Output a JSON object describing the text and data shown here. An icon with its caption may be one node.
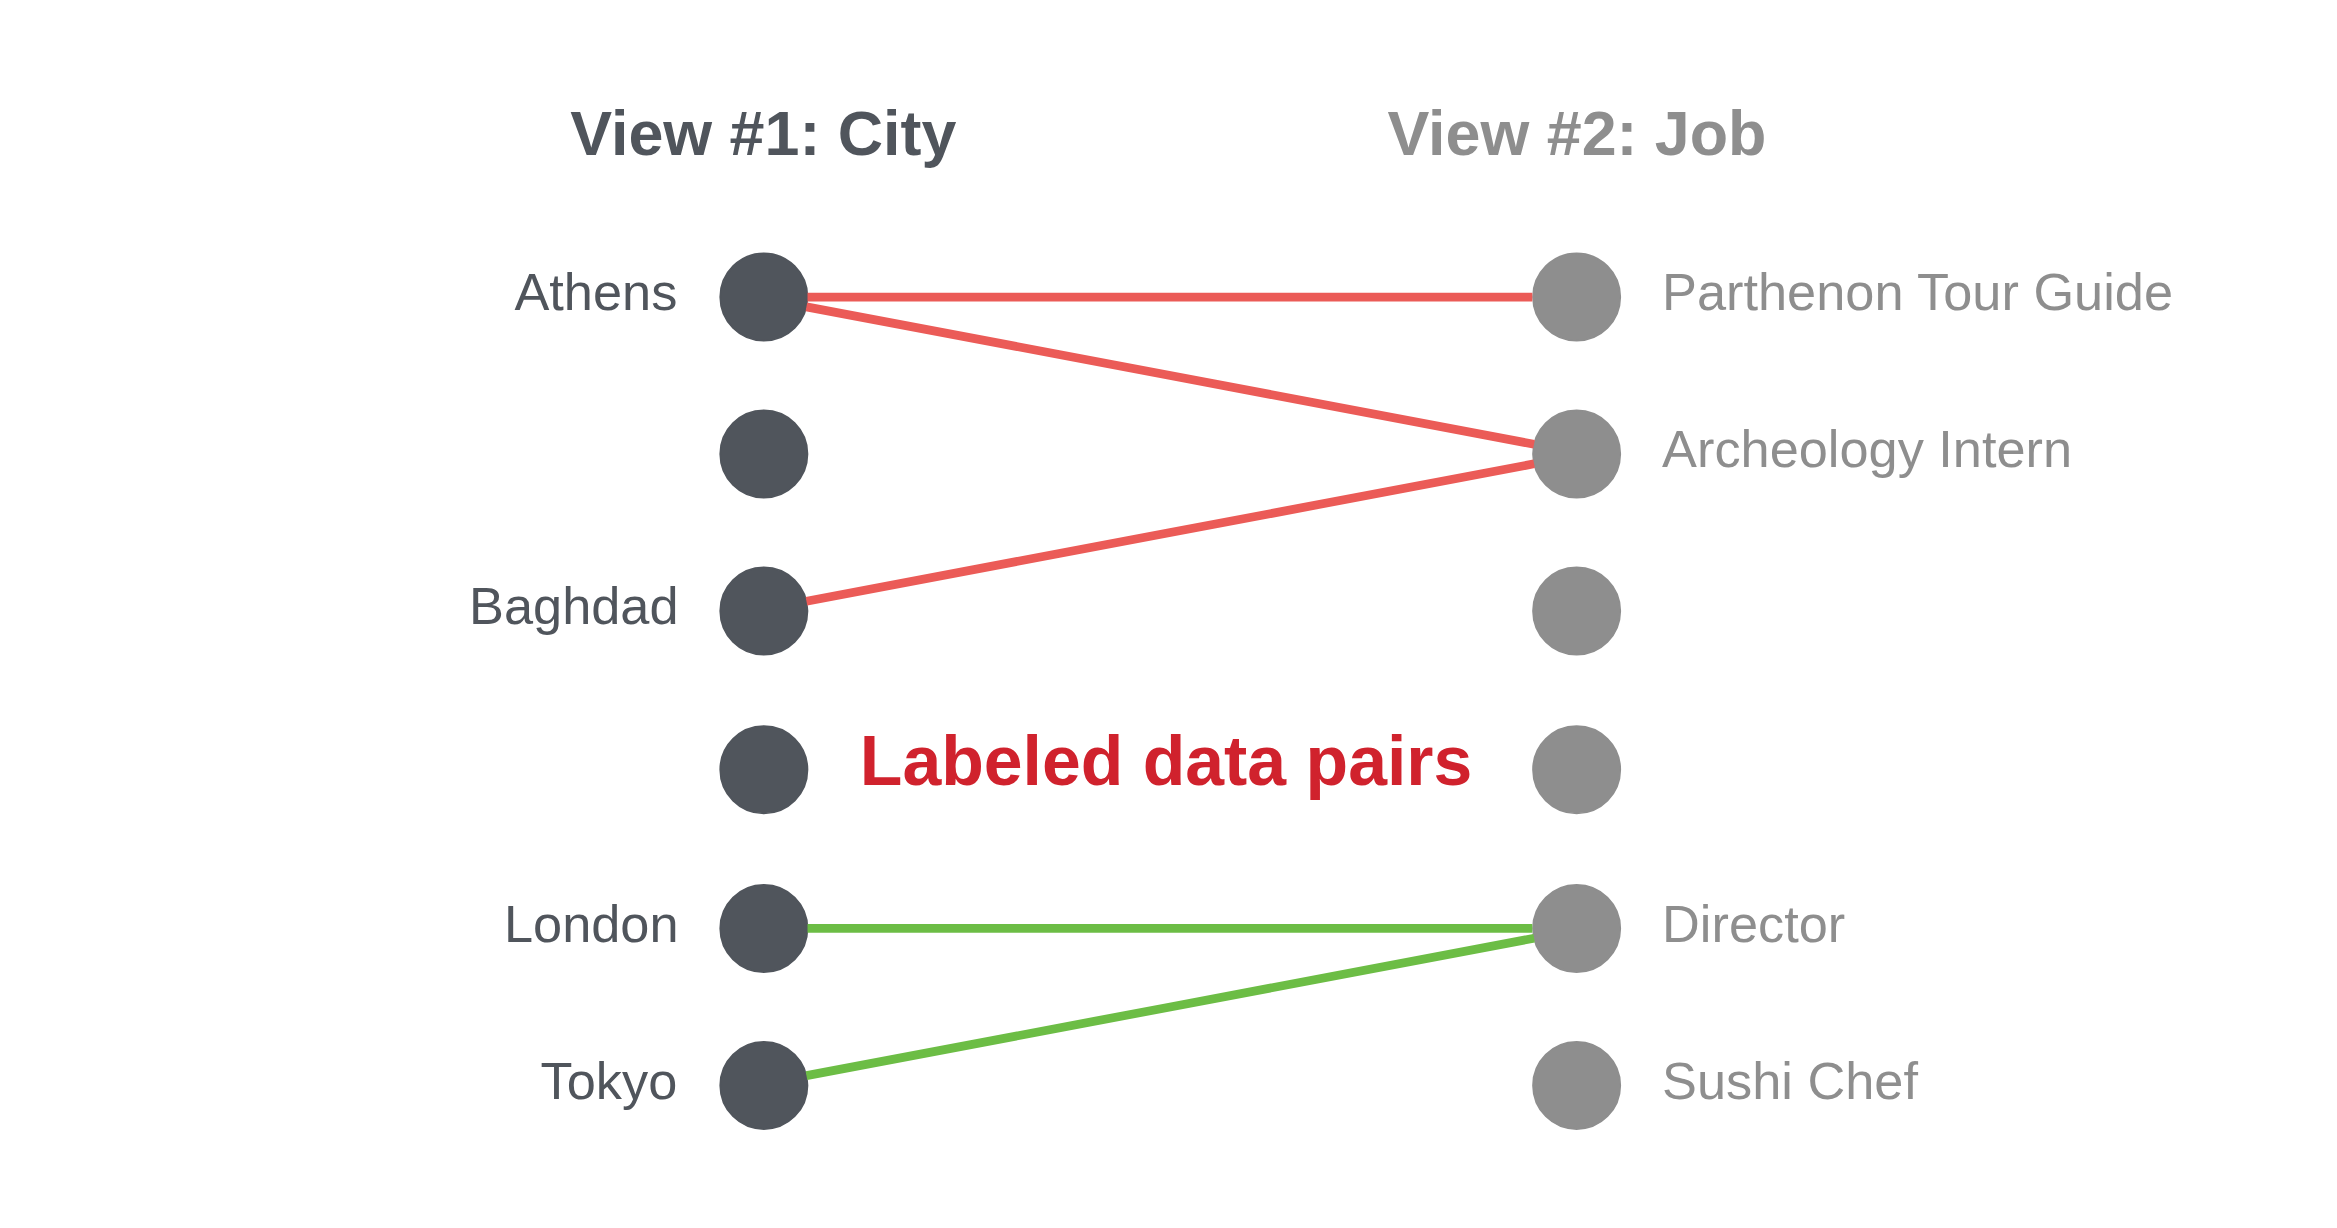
{
  "diagram": {
    "nodes": [
      {
        "text": [],
        "shape": "circle",
        "beside": [
          "Athens"
        ]
      },
      {
        "text": [],
        "shape": "circle"
      },
      {
        "text": [],
        "shape": "circle",
        "beside": [
          "Baghdad"
        ]
      },
      {
        "text": [],
        "shape": "circle"
      },
      {
        "text": [],
        "shape": "circle",
        "beside": [
          "London"
        ]
      },
      {
        "text": [],
        "shape": "circle",
        "beside": [
          "Tokyo"
        ]
      },
      {
        "text": [],
        "shape": "circle",
        "beside": [
          "Parthenon Tour Guide"
        ]
      },
      {
        "text": [],
        "shape": "circle",
        "beside": [
          "Archeology Intern"
        ]
      },
      {
        "text": [],
        "shape": "circle"
      },
      {
        "text": [],
        "shape": "circle"
      },
      {
        "text": [],
        "shape": "circle",
        "beside": [
          "Director"
        ]
      },
      {
        "text": [],
        "shape": "circle",
        "beside": [
          "Sushi Chef"
        ]
      }
    ],
    "edges": [
      {
        "from": 0,
        "to": 6,
        "arrow": "none",
        "color": "#eb5b57"
      },
      {
        "from": 0,
        "to": 7,
        "arrow": "none",
        "color": "#eb5b57"
      },
      {
        "from": 2,
        "to": 7,
        "arrow": "none",
        "color": "#eb5b57"
      },
      {
        "from": 4,
        "to": 10,
        "arrow": "none",
        "color": "#6cbd45"
      },
      {
        "from": 5,
        "to": 10,
        "arrow": "none",
        "color": "#6cbd45"
      }
    ],
    "labels": [
      "View #1: City",
      "View #2: Job",
      "Labeled data pairs"
    ]
  }
}
